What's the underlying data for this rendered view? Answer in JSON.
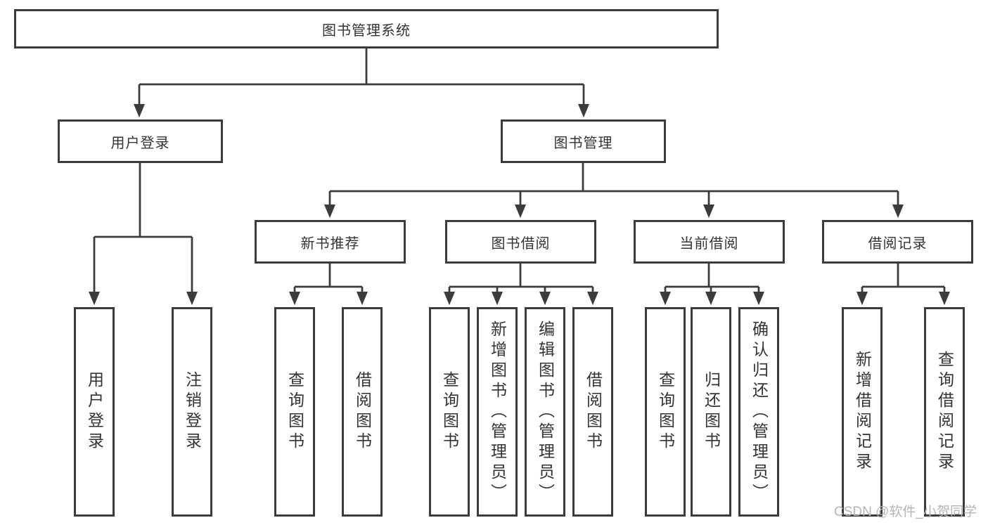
{
  "diagram": {
    "root": {
      "label": "图书管理系统"
    },
    "children": [
      {
        "label": "用户登录",
        "children": [
          {
            "label": "用户登录"
          },
          {
            "label": "注销登录"
          }
        ]
      },
      {
        "label": "图书管理",
        "children": [
          {
            "label": "新书推荐",
            "children": [
              {
                "label": "查询图书"
              },
              {
                "label": "借阅图书"
              }
            ]
          },
          {
            "label": "图书借阅",
            "children": [
              {
                "label": "查询图书"
              },
              {
                "label": "新增图书（管理员）"
              },
              {
                "label": "编辑图书（管理员）"
              },
              {
                "label": "借阅图书"
              }
            ]
          },
          {
            "label": "当前借阅",
            "children": [
              {
                "label": "查询图书"
              },
              {
                "label": "归还图书"
              },
              {
                "label": "确认归还（管理员）"
              }
            ]
          },
          {
            "label": "借阅记录",
            "children": [
              {
                "label": "新增借阅记录"
              },
              {
                "label": "查询借阅记录"
              }
            ]
          }
        ]
      }
    ]
  },
  "watermark": {
    "text": "CSDN @软件_小贺同学"
  },
  "colors": {
    "line": "#3b3b3b",
    "text": "#333333",
    "watermark": "#b5b5b5"
  }
}
